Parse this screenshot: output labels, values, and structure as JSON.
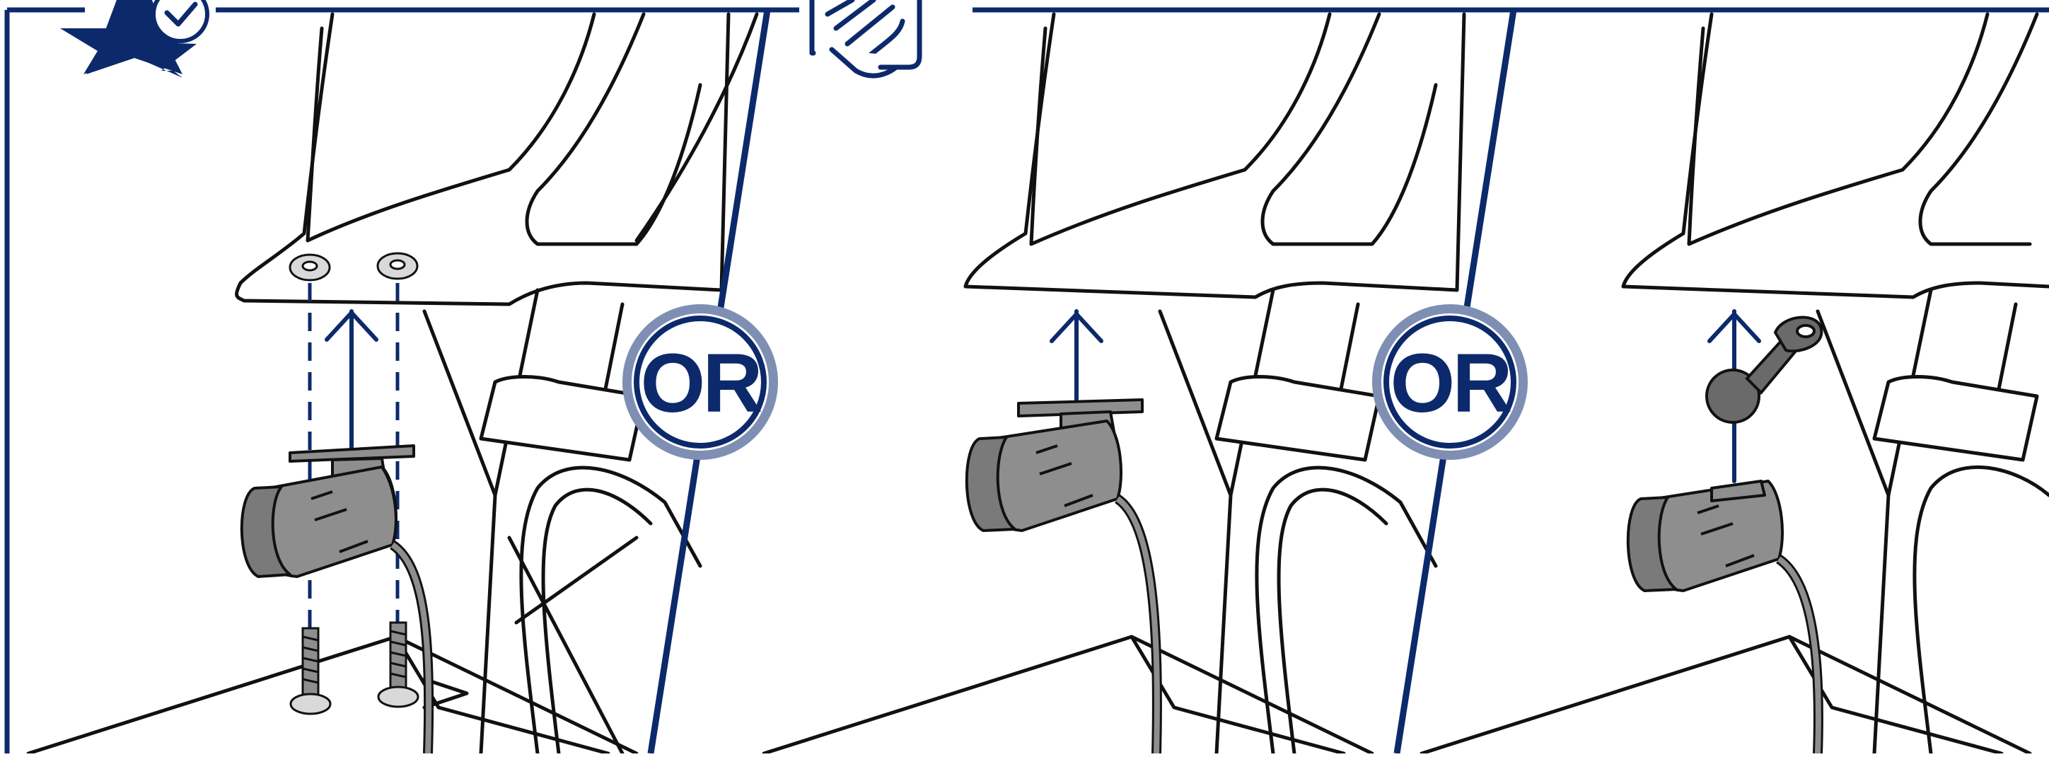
{
  "diagram": {
    "panels": [
      {
        "method": "nuts-and-bolts",
        "arrow": "up"
      },
      {
        "method": "adhesive-pad",
        "arrow": "up"
      },
      {
        "method": "ball-mount",
        "arrow": "up"
      }
    ],
    "separators": [
      {
        "label": "OR"
      },
      {
        "label": "OR"
      }
    ],
    "badges": {
      "recommended": "star-check-icon",
      "hand_tighten": "hand-icon"
    },
    "colors": {
      "accent": "#0c2a6b",
      "badge_ring": "#7f8fb3",
      "outline": "#111111",
      "part_fill": "#8e8e8e",
      "part_dark": "#6a6a6a",
      "nut_fill": "#d4d4d4",
      "background": "#ffffff"
    }
  }
}
